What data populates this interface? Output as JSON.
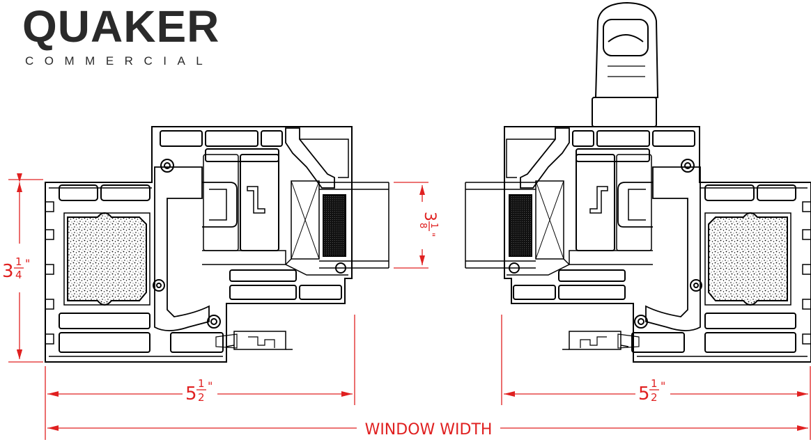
{
  "logo": {
    "brand": "QUAKER",
    "subtitle": "COMMERCIAL"
  },
  "dimensions": {
    "height_whole": "3",
    "height_frac_num": "1",
    "height_frac_den": "4",
    "glass_whole": "3",
    "glass_frac_num": "1",
    "glass_frac_den": "8",
    "left_width_whole": "5",
    "left_width_frac_num": "1",
    "left_width_frac_den": "2",
    "right_width_whole": "5",
    "right_width_frac_num": "1",
    "right_width_frac_den": "2",
    "inch_mark": "\"",
    "window_width": "WINDOW WIDTH"
  },
  "colors": {
    "line": "#000000",
    "dimension": "#e02020",
    "glass_spacer": "#1a1a1a"
  }
}
